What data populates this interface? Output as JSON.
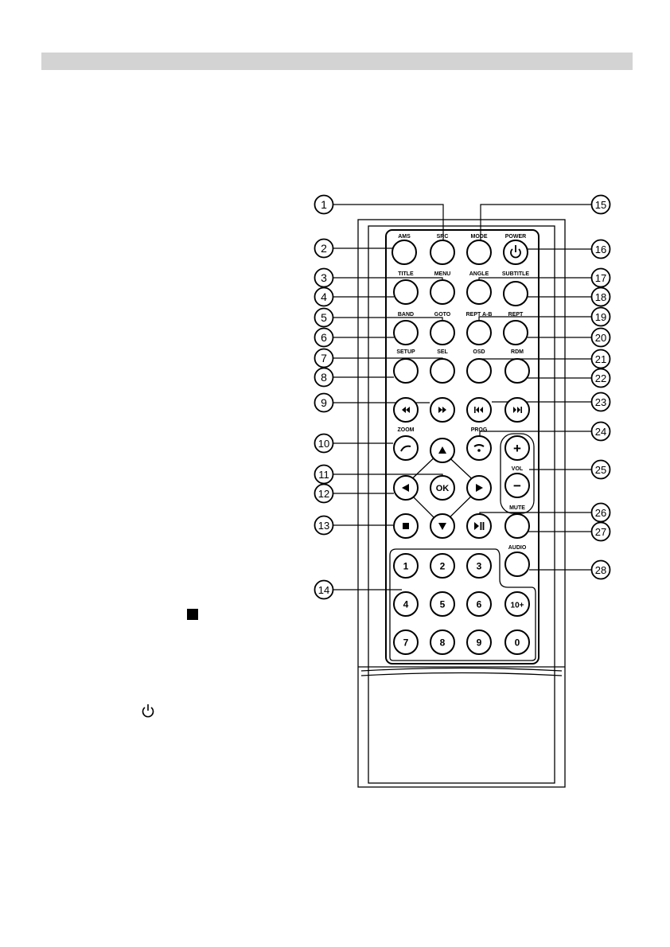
{
  "colors": {
    "header_bar": "#d3d3d3",
    "ink": "#000000",
    "paper": "#ffffff"
  },
  "remote": {
    "buttons": [
      {
        "label": "AMS",
        "glyph": ""
      },
      {
        "label": "SRC",
        "glyph": ""
      },
      {
        "label": "MODE",
        "glyph": ""
      },
      {
        "label": "POWER",
        "glyph": "power-icon"
      },
      {
        "label": "TITLE",
        "glyph": ""
      },
      {
        "label": "MENU",
        "glyph": ""
      },
      {
        "label": "ANGLE",
        "glyph": ""
      },
      {
        "label": "SUBTITLE",
        "glyph": ""
      },
      {
        "label": "BAND",
        "glyph": ""
      },
      {
        "label": "GOTO",
        "glyph": ""
      },
      {
        "label": "REPT A-B",
        "glyph": ""
      },
      {
        "label": "REPT",
        "glyph": ""
      },
      {
        "label": "SETUP",
        "glyph": ""
      },
      {
        "label": "SEL",
        "glyph": ""
      },
      {
        "label": "OSD",
        "glyph": ""
      },
      {
        "label": "RDM",
        "glyph": ""
      },
      {
        "label": "",
        "glyph": "rewind-icon"
      },
      {
        "label": "",
        "glyph": "fast-forward-icon"
      },
      {
        "label": "",
        "glyph": "previous-track-icon"
      },
      {
        "label": "",
        "glyph": "next-track-icon"
      },
      {
        "label": "ZOOM",
        "glyph": "zoom-icon"
      },
      {
        "label": "PROG",
        "glyph": "prog-icon"
      },
      {
        "label": "",
        "glyph": "up-arrow-icon"
      },
      {
        "label": "",
        "glyph": "left-arrow-icon"
      },
      {
        "label": "OK",
        "glyph": ""
      },
      {
        "label": "",
        "glyph": "right-arrow-icon"
      },
      {
        "label": "",
        "glyph": "down-arrow-icon"
      },
      {
        "label": "",
        "glyph": "stop-icon"
      },
      {
        "label": "",
        "glyph": "play-pause-icon"
      },
      {
        "label": "MUTE",
        "glyph": ""
      },
      {
        "label": "AUDIO",
        "glyph": ""
      }
    ],
    "volume": {
      "label": "VOL",
      "plus": "+",
      "minus": "−"
    },
    "keypad": [
      "1",
      "2",
      "3",
      "4",
      "5",
      "6",
      "10+",
      "7",
      "8",
      "9",
      "0"
    ],
    "callouts": [
      "1",
      "2",
      "3",
      "4",
      "5",
      "6",
      "7",
      "8",
      "9",
      "10",
      "11",
      "12",
      "13",
      "14",
      "15",
      "16",
      "17",
      "18",
      "19",
      "20",
      "21",
      "22",
      "23",
      "24",
      "25",
      "26",
      "27",
      "28"
    ]
  },
  "left_icons": [
    "stop-icon",
    "power-icon"
  ]
}
